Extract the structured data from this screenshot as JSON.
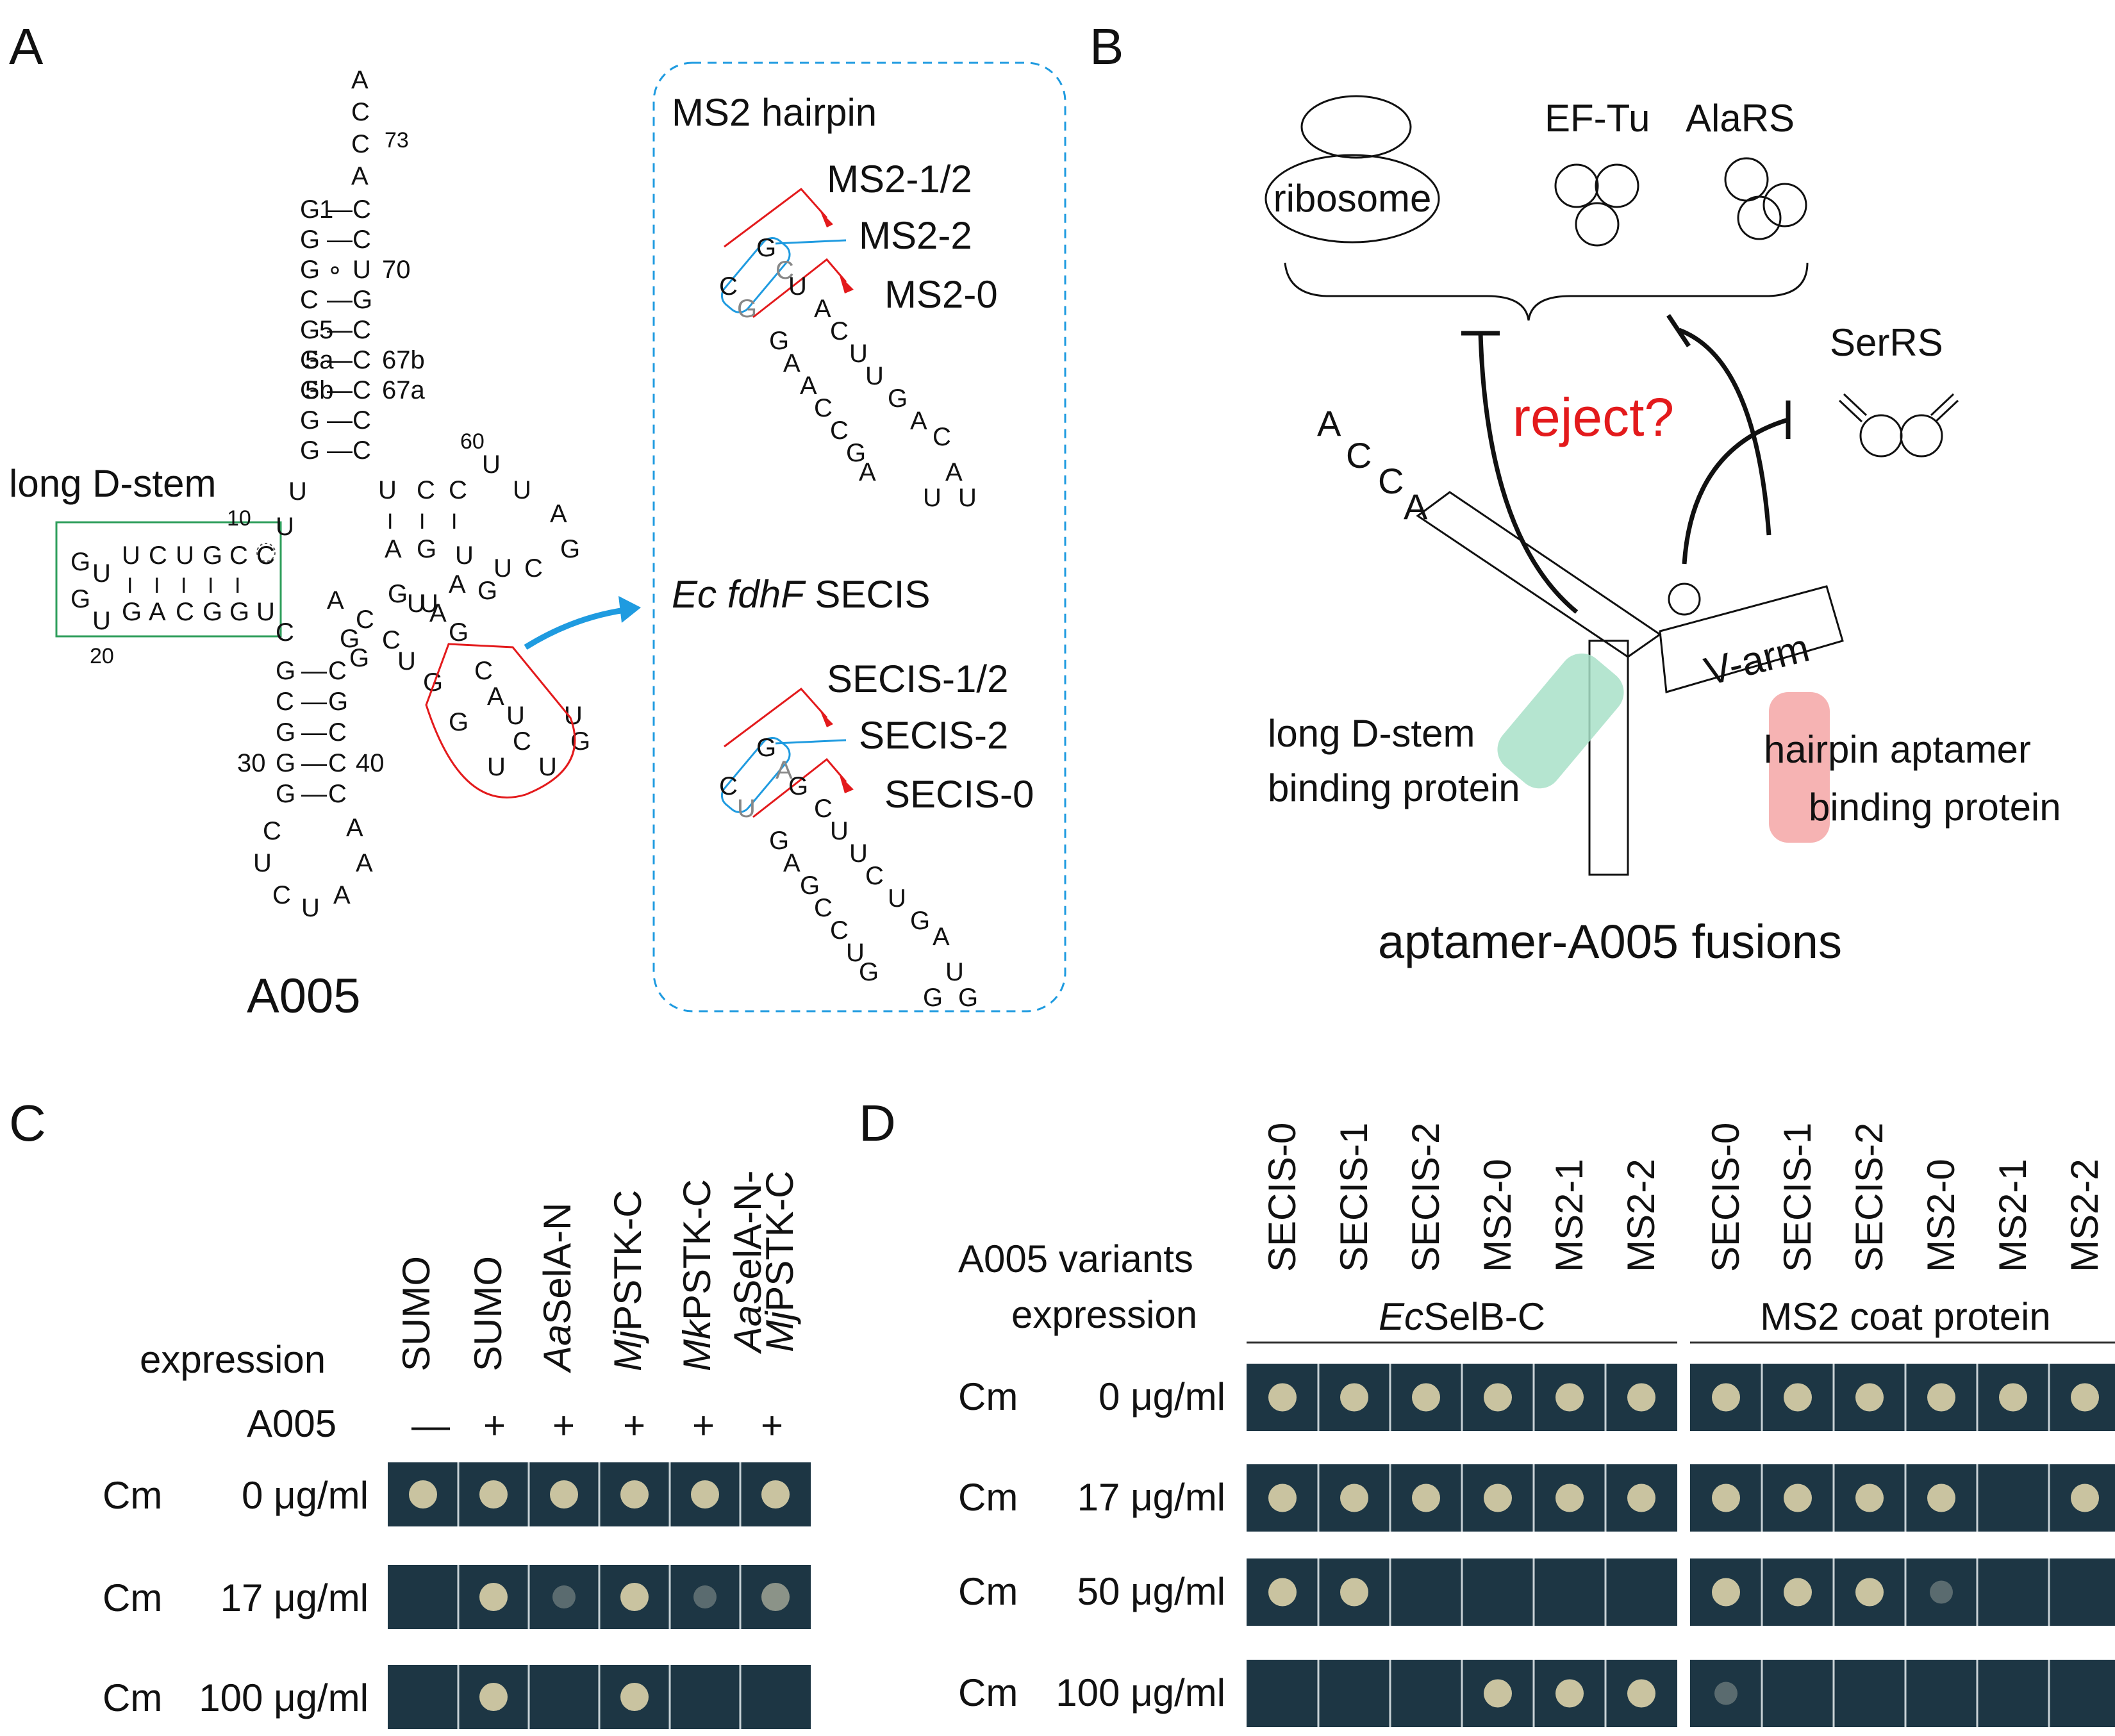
{
  "panels": {
    "A": "A",
    "B": "B",
    "C": "C",
    "D": "D"
  },
  "panelA": {
    "molecule": "A005",
    "long_d_stem": "long D-stem",
    "acceptor_tail": [
      "A",
      "C",
      "C",
      "A"
    ],
    "num_73": "73",
    "acceptor_rows": [
      {
        "num": "1",
        "l": "G",
        "bond": "—",
        "r": "C",
        "rnum": ""
      },
      {
        "num": "",
        "l": "G",
        "bond": "—",
        "r": "C",
        "rnum": ""
      },
      {
        "num": "",
        "l": "G",
        "bond": "∘",
        "r": "U",
        "rnum": "70"
      },
      {
        "num": "",
        "l": "C",
        "bond": "—",
        "r": "G",
        "rnum": ""
      },
      {
        "num": "5",
        "l": "G",
        "bond": "—",
        "r": "C",
        "rnum": ""
      },
      {
        "num": "5a",
        "l": "G",
        "bond": "—",
        "r": "C",
        "rnum": "67b"
      },
      {
        "num": "5b",
        "l": "G",
        "bond": "—",
        "r": "C",
        "rnum": "67a"
      },
      {
        "num": "",
        "l": "G",
        "bond": "—",
        "r": "C",
        "rnum": ""
      },
      {
        "num": "",
        "l": "G",
        "bond": "—",
        "r": "C",
        "rnum": ""
      }
    ],
    "num_10": "10",
    "num_20": "20",
    "num_30": "30",
    "num_40": "40",
    "num_60": "60",
    "d_stem_top": [
      "U",
      "C",
      "U",
      "G",
      "C",
      "C"
    ],
    "d_stem_bottom": [
      "G",
      "A",
      "C",
      "G",
      "G"
    ],
    "d_stem_misc": [
      "G",
      "U",
      "G",
      "U",
      "U",
      "C"
    ],
    "t_arm": [
      "U",
      "C",
      "C",
      "U",
      "U",
      "A",
      "G",
      "C",
      "U",
      "U",
      "A",
      "G",
      "G",
      "U"
    ],
    "var_arm": [
      "A",
      "G",
      "U",
      "A",
      "G",
      "A",
      "C",
      "G",
      "C",
      "U",
      "G",
      "G",
      "C",
      "A",
      "U",
      "C",
      "G",
      "U",
      "G",
      "U",
      "U"
    ],
    "anticodon_rows": [
      {
        "num": "",
        "l": "G",
        "bond": "—",
        "r": "C",
        "rnum": ""
      },
      {
        "num": "",
        "l": "C",
        "bond": "—",
        "r": "G",
        "rnum": ""
      },
      {
        "num": "",
        "l": "G",
        "bond": "—",
        "r": "C",
        "rnum": ""
      },
      {
        "num": "30",
        "l": "G",
        "bond": "—",
        "r": "C",
        "rnum": "40"
      },
      {
        "num": "",
        "l": "G",
        "bond": "—",
        "r": "C",
        "rnum": ""
      }
    ],
    "anticodon_loop": [
      "C",
      "U",
      "C",
      "U",
      "A",
      "A",
      "A"
    ],
    "ms2_title": "MS2 hairpin",
    "ms2_labels": [
      "MS2-1/2",
      "MS2-2",
      "MS2-0"
    ],
    "ms2_seq": [
      "C",
      "G",
      "G",
      "C",
      "U",
      "A",
      "G",
      "C",
      "A",
      "U",
      "A",
      "U",
      "C",
      "G",
      "C",
      "A",
      "G",
      "C",
      "A",
      "A",
      "U",
      "U"
    ],
    "secis_title_italic": "Ec fdhF",
    "secis_title_rest": " SECIS",
    "secis_labels": [
      "SECIS-1/2",
      "SECIS-2",
      "SECIS-0"
    ],
    "secis_seq": [
      "C",
      "G",
      "U",
      "A",
      "G",
      "C",
      "G",
      "U",
      "A",
      "U",
      "G",
      "C",
      "C",
      "U",
      "C",
      "G",
      "U",
      "A",
      "G",
      "U",
      "G",
      "G"
    ]
  },
  "panelB": {
    "ribosome": "ribosome",
    "eftu": "EF-Tu",
    "alars": "AlaRS",
    "serrs": "SerRS",
    "reject": "reject?",
    "acca": [
      "A",
      "C",
      "C",
      "A"
    ],
    "varm": "V-arm",
    "dstem_binder_1": "long D-stem",
    "dstem_binder_2": "binding protein",
    "hairpin_binder_1": "hairpin aptamer",
    "hairpin_binder_2": "binding protein",
    "caption": "aptamer-A005 fusions",
    "colors": {
      "reject": "#e31a1c",
      "green_box": "#a8e0c8",
      "pink_box": "#f4a6a6",
      "arrow": "#1f9be0"
    }
  },
  "panelC": {
    "columns": [
      {
        "label": "SUMO",
        "italic": "",
        "a005": "—"
      },
      {
        "label": "SUMO",
        "italic": "",
        "a005": "+"
      },
      {
        "label": "SelA-N",
        "italic": "Aa",
        "a005": "+"
      },
      {
        "label": "PSTK-C",
        "italic": "Mj",
        "a005": "+"
      },
      {
        "label": "PSTK-C",
        "italic": "Mk",
        "a005": "+"
      },
      {
        "label1": "SelA-N-",
        "italic1": "Aa",
        "label2": "PSTK-C",
        "italic2": "Mj",
        "a005": "+"
      }
    ],
    "expression_label": "expression",
    "a005_label": "A005",
    "rows": [
      {
        "cm": "Cm",
        "conc": "0 μg/ml",
        "growth": [
          1,
          1,
          1,
          1,
          1,
          1
        ]
      },
      {
        "cm": "Cm",
        "conc": "17 μg/ml",
        "growth": [
          0,
          1,
          0.4,
          1,
          0.25,
          0.5
        ]
      },
      {
        "cm": "Cm",
        "conc": "100 μg/ml",
        "growth": [
          0,
          1,
          0,
          1,
          0,
          0
        ]
      }
    ]
  },
  "panelD": {
    "variants_label": "A005 variants",
    "expression_label": "expression",
    "groups": [
      {
        "name": "SelB-C",
        "italic": "Ec",
        "variants": [
          "SECIS-0",
          "SECIS-1",
          "SECIS-2",
          "MS2-0",
          "MS2-1",
          "MS2-2"
        ]
      },
      {
        "name": "MS2 coat protein",
        "italic": "",
        "variants": [
          "SECIS-0",
          "SECIS-1",
          "SECIS-2",
          "MS2-0",
          "MS2-1",
          "MS2-2"
        ]
      }
    ],
    "rows": [
      {
        "cm": "Cm",
        "conc": "0 μg/ml",
        "growth": [
          [
            1,
            1,
            1,
            1,
            1,
            1
          ],
          [
            1,
            1,
            1,
            1,
            1,
            1
          ]
        ]
      },
      {
        "cm": "Cm",
        "conc": "17 μg/ml",
        "growth": [
          [
            1,
            1,
            1,
            1,
            1,
            1
          ],
          [
            1,
            1,
            1,
            1,
            0,
            1
          ]
        ]
      },
      {
        "cm": "Cm",
        "conc": "50 μg/ml",
        "growth": [
          [
            1,
            1,
            0,
            0,
            0,
            0
          ],
          [
            1,
            1,
            1,
            0.2,
            0,
            0
          ]
        ]
      },
      {
        "cm": "Cm",
        "conc": "100 μg/ml",
        "growth": [
          [
            0,
            0,
            0,
            1,
            1,
            1
          ],
          [
            0.3,
            0,
            0,
            0,
            0,
            0
          ]
        ]
      }
    ]
  }
}
